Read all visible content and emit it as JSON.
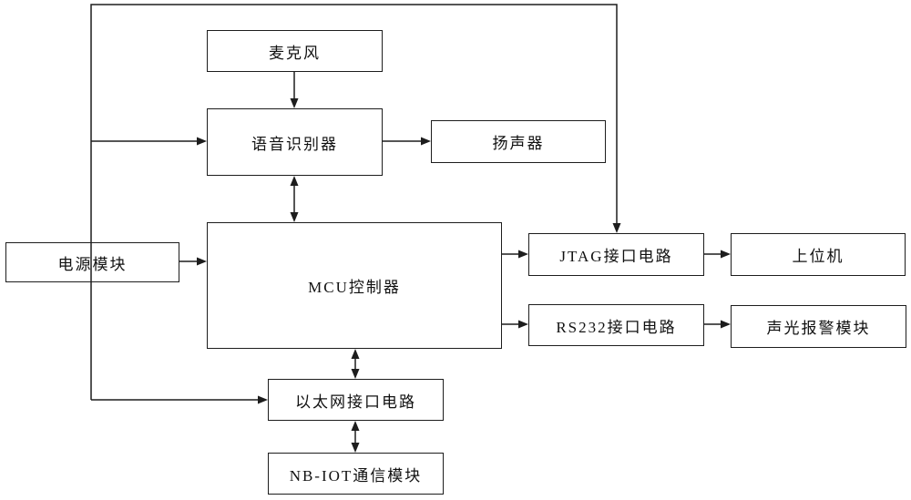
{
  "diagram": {
    "kind": "block-diagram",
    "nodes": [
      {
        "id": "microphone",
        "label": "麦克风"
      },
      {
        "id": "voice-recognizer",
        "label": "语音识别器"
      },
      {
        "id": "speaker",
        "label": "扬声器"
      },
      {
        "id": "power-module",
        "label": "电源模块"
      },
      {
        "id": "mcu-controller",
        "label": "MCU控制器"
      },
      {
        "id": "jtag-interface",
        "label": "JTAG接口电路"
      },
      {
        "id": "host-computer",
        "label": "上位机"
      },
      {
        "id": "rs232-interface",
        "label": "RS232接口电路"
      },
      {
        "id": "alarm-module",
        "label": "声光报警模块"
      },
      {
        "id": "ethernet-interface",
        "label": "以太网接口电路"
      },
      {
        "id": "nbiot-module",
        "label": "NB-IOT通信模块"
      }
    ],
    "edges": [
      {
        "from": "microphone",
        "to": "voice-recognizer",
        "type": "arrow"
      },
      {
        "from": "voice-recognizer",
        "to": "speaker",
        "type": "arrow"
      },
      {
        "from": "voice-recognizer",
        "to": "mcu-controller",
        "type": "double-arrow"
      },
      {
        "from": "power-module",
        "to": "voice-recognizer",
        "type": "arrow"
      },
      {
        "from": "power-module",
        "to": "mcu-controller",
        "type": "arrow"
      },
      {
        "from": "power-module",
        "to": "jtag-interface",
        "type": "arrow",
        "route": "over-top"
      },
      {
        "from": "power-module",
        "to": "ethernet-interface",
        "type": "arrow",
        "route": "bottom"
      },
      {
        "from": "mcu-controller",
        "to": "jtag-interface",
        "type": "arrow"
      },
      {
        "from": "mcu-controller",
        "to": "rs232-interface",
        "type": "arrow"
      },
      {
        "from": "jtag-interface",
        "to": "host-computer",
        "type": "arrow"
      },
      {
        "from": "rs232-interface",
        "to": "alarm-module",
        "type": "arrow"
      },
      {
        "from": "mcu-controller",
        "to": "ethernet-interface",
        "type": "double-arrow"
      },
      {
        "from": "ethernet-interface",
        "to": "nbiot-module",
        "type": "double-arrow"
      }
    ],
    "colors": {
      "line": "#1d1d1d",
      "text": "#111111",
      "background": "#ffffff"
    }
  }
}
